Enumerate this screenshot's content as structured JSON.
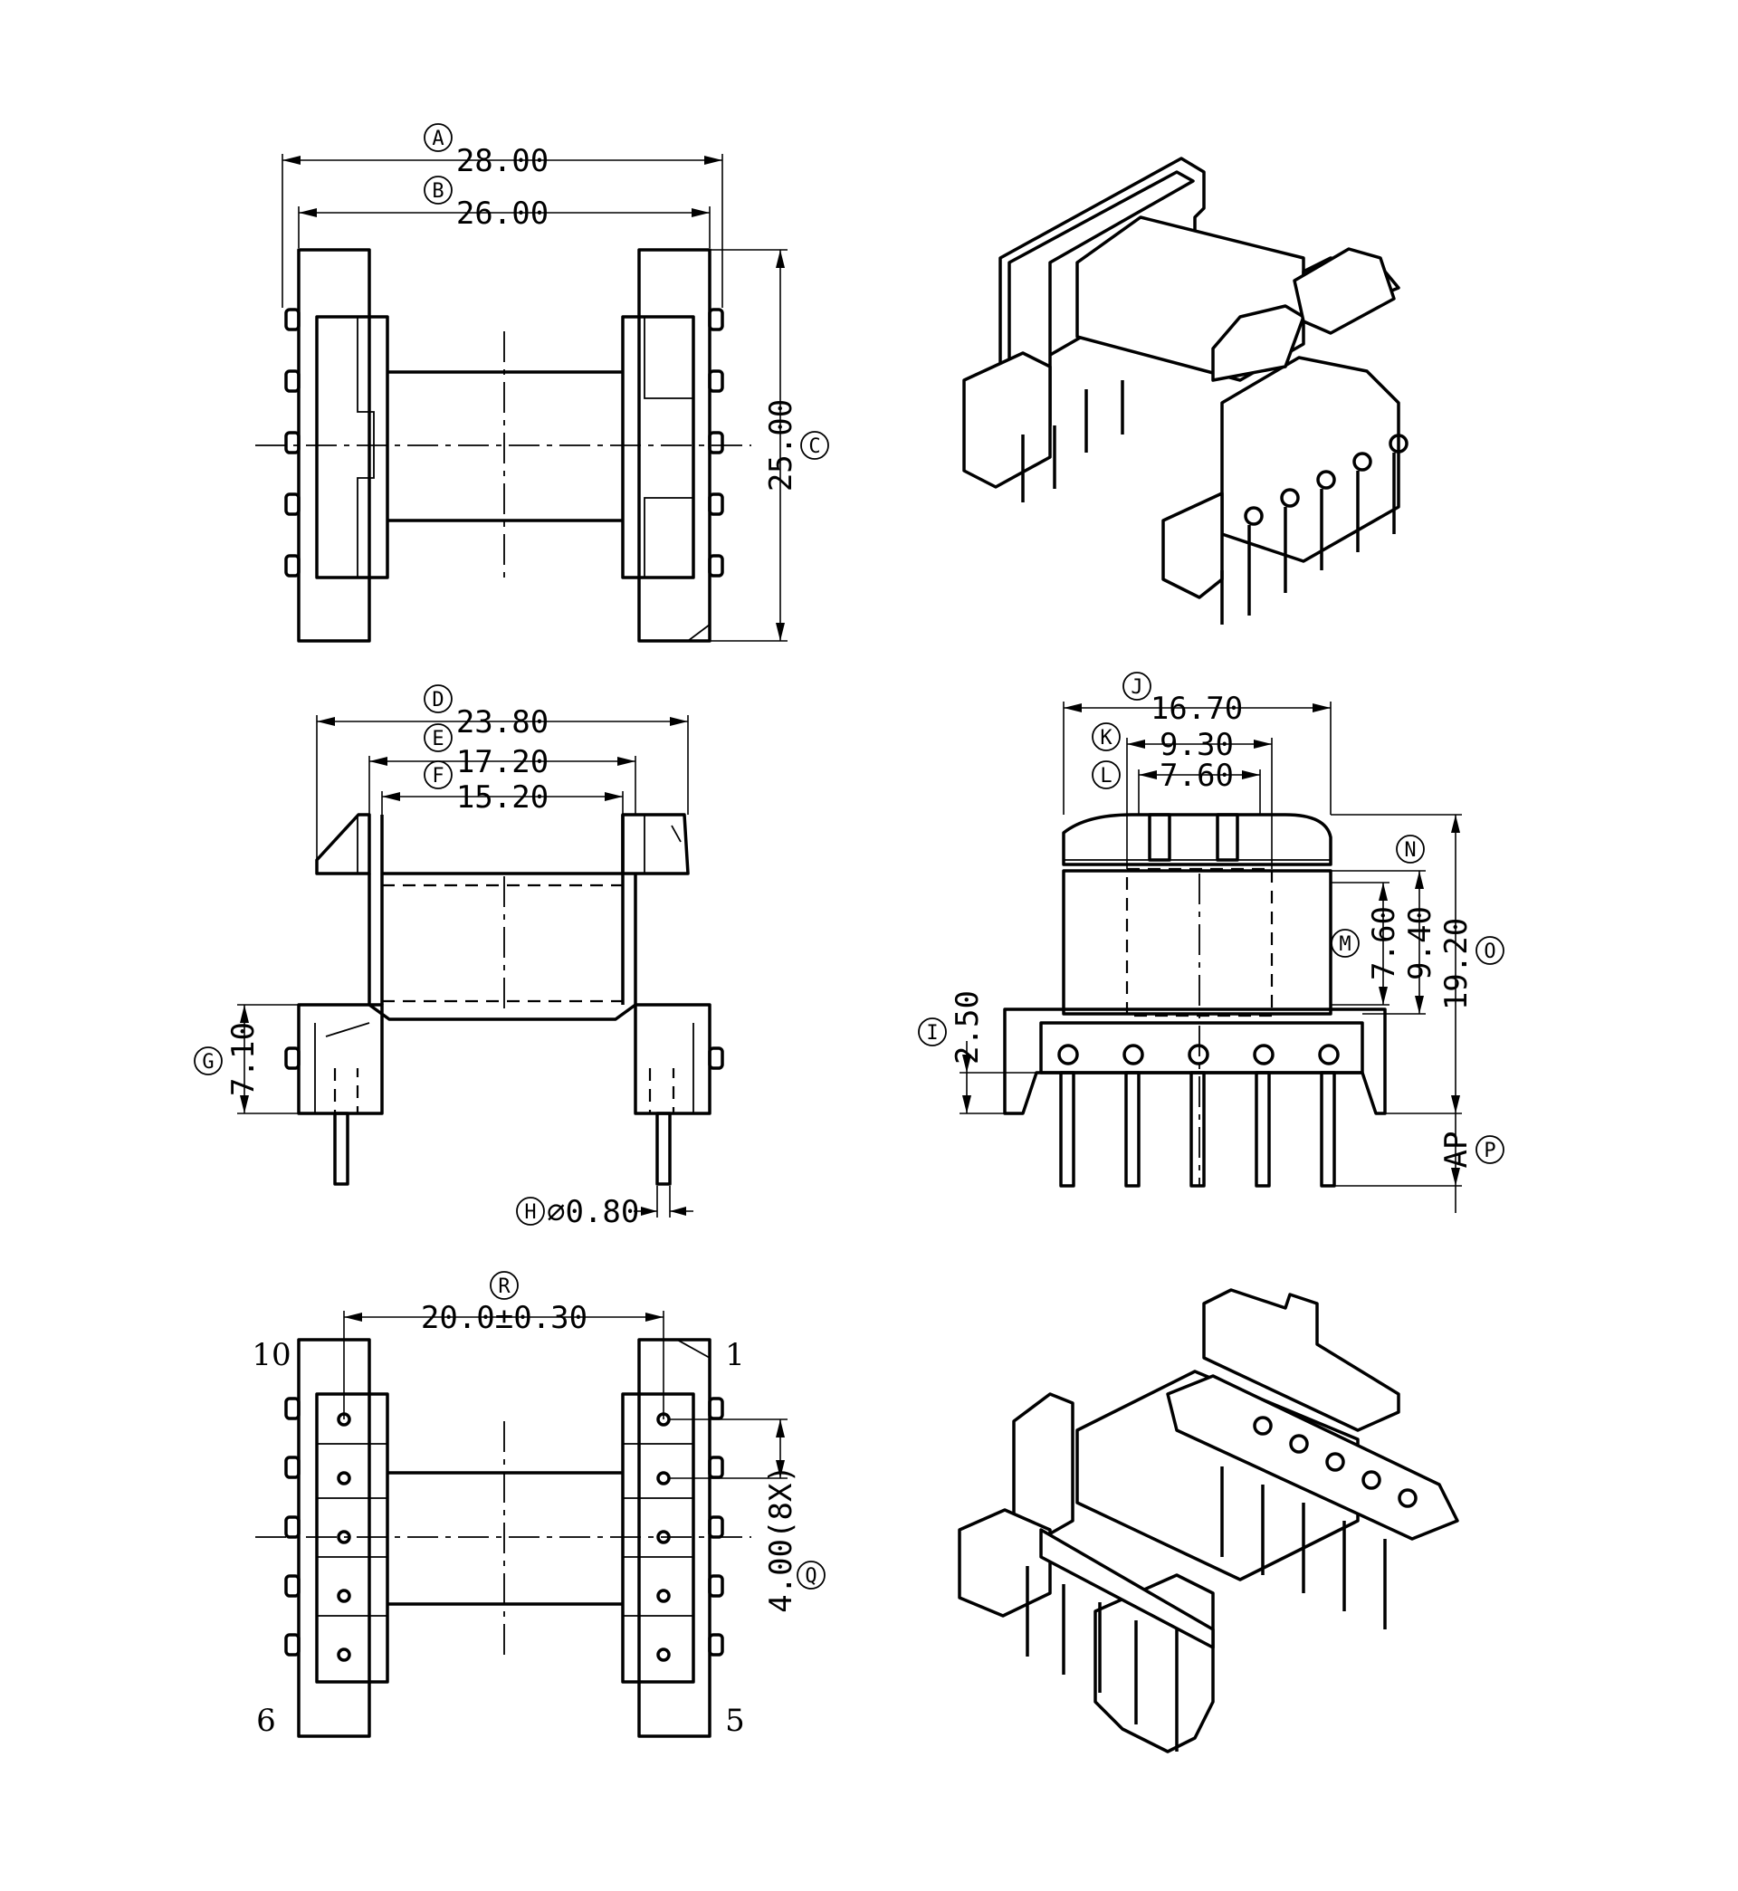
{
  "dimensions": {
    "A": {
      "letter": "A",
      "value": "28.00"
    },
    "B": {
      "letter": "B",
      "value": "26.00"
    },
    "C": {
      "letter": "C",
      "value": "25.00"
    },
    "D": {
      "letter": "D",
      "value": "23.80"
    },
    "E": {
      "letter": "E",
      "value": "17.20"
    },
    "F": {
      "letter": "F",
      "value": "15.20"
    },
    "G": {
      "letter": "G",
      "value": "7.10"
    },
    "H": {
      "letter": "H",
      "value": "⌀0.80"
    },
    "I": {
      "letter": "I",
      "value": "2.50"
    },
    "J": {
      "letter": "J",
      "value": "16.70"
    },
    "K": {
      "letter": "K",
      "value": "9.30"
    },
    "L": {
      "letter": "L",
      "value": "7.60"
    },
    "M": {
      "letter": "M",
      "value": "7.60"
    },
    "N": {
      "letter": "N",
      "value": "9.40"
    },
    "O": {
      "letter": "O",
      "value": "19.20"
    },
    "P": {
      "letter": "P",
      "value": "AP"
    },
    "Q": {
      "letter": "Q",
      "value": "4.00(8X)"
    },
    "R": {
      "letter": "R",
      "value": "20.0±0.30"
    }
  },
  "pins": {
    "p1": "1",
    "p5": "5",
    "p6": "6",
    "p10": "10"
  }
}
